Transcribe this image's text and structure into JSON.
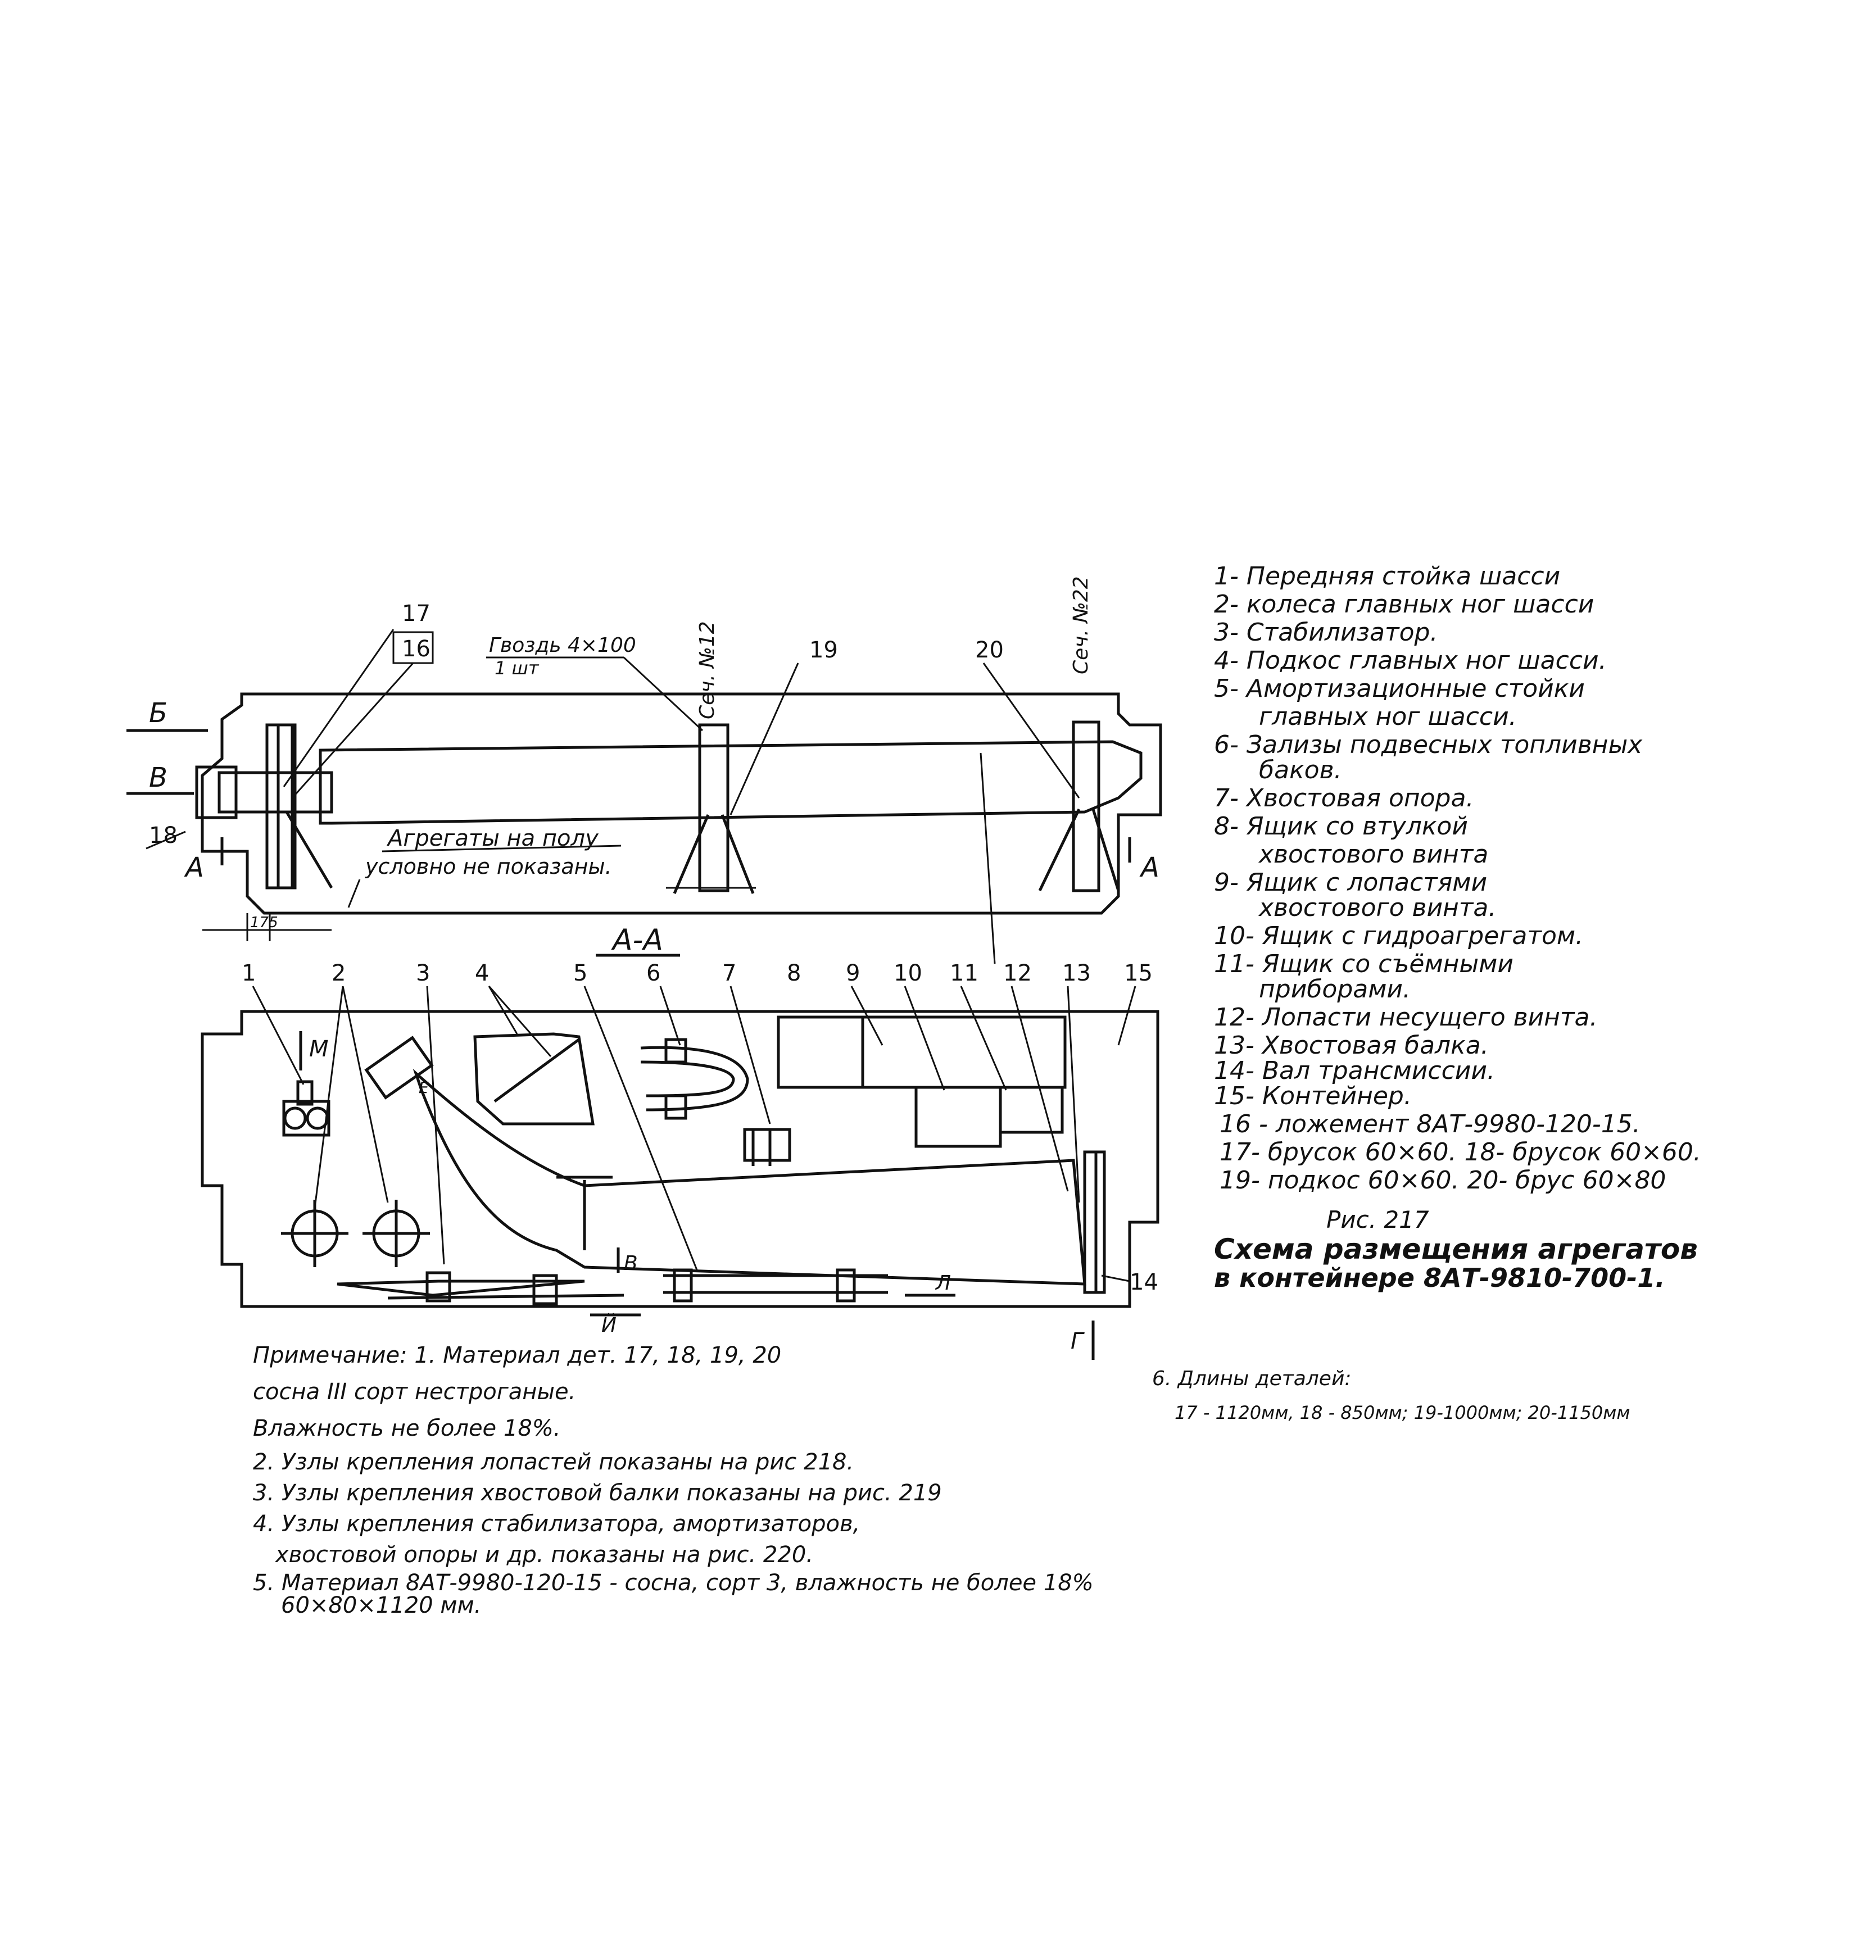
{
  "drawing": {
    "top_view": {
      "label_gvozd": "Гвоздь 4×100",
      "label_gvozd_sub": "1 шт",
      "sec12": "Сеч. №12",
      "sec22": "Сеч. №22",
      "floor_line1": "Агрегаты на полу",
      "floor_line2": "условно не показаны.",
      "dim_175": "175",
      "letter_B": "Б",
      "letter_V": "В",
      "letter_A_left": "А",
      "letter_A_right": "А",
      "callouts": [
        "17",
        "16",
        "18",
        "19",
        "20",
        "12"
      ]
    },
    "section_title": "А-А",
    "section_callouts": [
      "1",
      "2",
      "3",
      "4",
      "5",
      "6",
      "7",
      "8",
      "9",
      "10",
      "11",
      "12",
      "13",
      "15",
      "14"
    ],
    "view_letters": {
      "M": "М",
      "E": "Е",
      "V": "В",
      "L": "Л",
      "Y": "Й",
      "G": "Г"
    }
  },
  "legend": [
    "1- Передняя стойка шасси",
    "2- колеса главных ног шасси",
    "3- Стабилизатор.",
    "4- Подкос главных ног шасси.",
    "5- Амортизационные стойки",
    "главных ног шасси.",
    "6- Зализы подвесных топливных",
    "баков.",
    "7- Хвостовая опора.",
    "8- Ящик со втулкой",
    "хвостового винта",
    "9- Ящик с лопастями",
    "хвостового винта.",
    "10- Ящик с гидроагрегатом.",
    "11- Ящик со съёмными",
    "приборами.",
    "12- Лопасти несущего винта.",
    "13- Хвостовая балка.",
    "14- Вал трансмиссии.",
    "15- Контейнер.",
    "16 - ложемент 8АТ-9980-120-15.",
    "17- брусок 60×60. 18- брусок 60×60.",
    "19- подкос 60×60. 20- брус 60×80"
  ],
  "figure": {
    "number": "Рис. 217",
    "caption_line1": "Схема размещения агрегатов",
    "caption_line2": "в контейнере 8АТ-9810-700-1."
  },
  "notes": [
    "Примечание: 1. Материал дет. 17, 18, 19, 20",
    "сосна III сорт нестроганые.",
    "Влажность не более 18%.",
    "2. Узлы крепления лопастей показаны на рис 218.",
    "3. Узлы крепления хвостовой балки показаны на рис. 219",
    "4. Узлы крепления стабилизатора, амортизаторов,",
    "хвостовой опоры и др. показаны на рис. 220.",
    "5. Материал 8АТ-9980-120-15 - сосна, сорт 3, влажность не более 18%",
    "60×80×1120 мм."
  ],
  "lengths": {
    "title": "6. Длины деталей:",
    "values": "17 - 1120мм, 18 - 850мм; 19-1000мм; 20-1150мм"
  }
}
